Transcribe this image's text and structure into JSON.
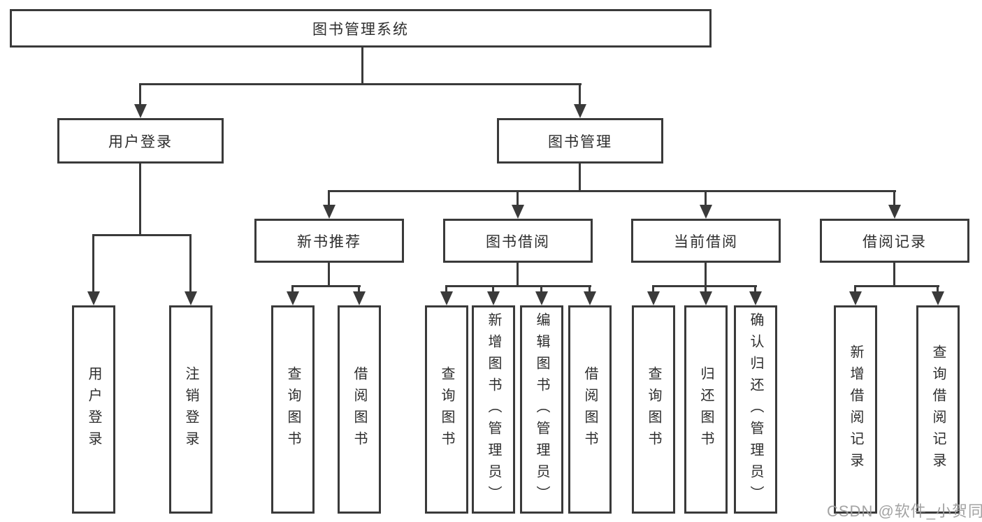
{
  "diagram": {
    "title": "图书管理系统",
    "children": [
      {
        "label": "用户登录",
        "children": [
          {
            "label": "用户登录"
          },
          {
            "label": "注销登录"
          }
        ]
      },
      {
        "label": "图书管理",
        "children": [
          {
            "label": "新书推荐",
            "children": [
              {
                "label": "查询图书"
              },
              {
                "label": "借阅图书"
              }
            ]
          },
          {
            "label": "图书借阅",
            "children": [
              {
                "label": "查询图书"
              },
              {
                "label": "新增图书（管理员）"
              },
              {
                "label": "编辑图书（管理员）"
              },
              {
                "label": "借阅图书"
              }
            ]
          },
          {
            "label": "当前借阅",
            "children": [
              {
                "label": "查询图书"
              },
              {
                "label": "归还图书"
              },
              {
                "label": "确认归还（管理员）"
              }
            ]
          },
          {
            "label": "借阅记录",
            "children": [
              {
                "label": "新增借阅记录"
              },
              {
                "label": "查询借阅记录"
              }
            ]
          }
        ]
      }
    ]
  },
  "watermark": {
    "text": "CSDN @软件_小贺同学"
  },
  "colors": {
    "line": "#3a3a3a",
    "text": "#2d2d2d",
    "watermark": "#9c9c9c",
    "background": "#ffffff"
  }
}
